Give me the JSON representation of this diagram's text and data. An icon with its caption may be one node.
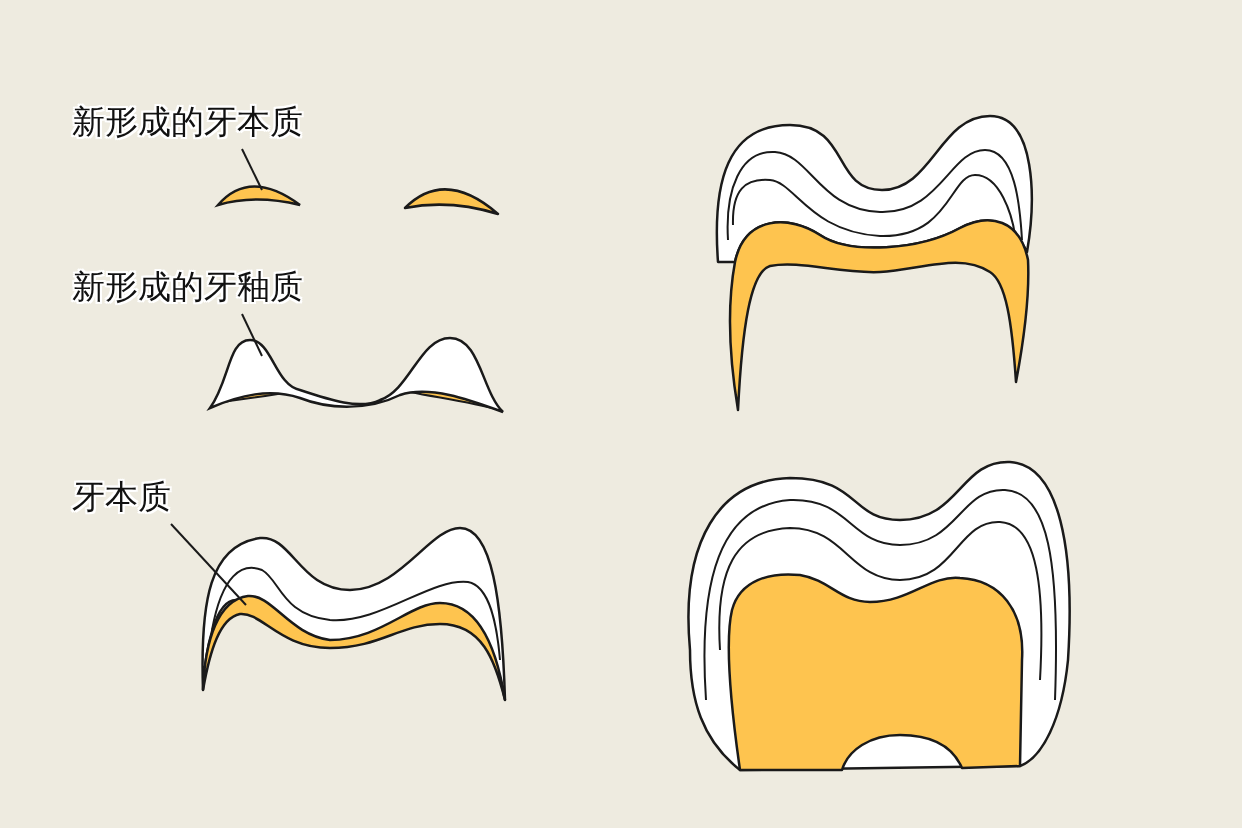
{
  "diagram": {
    "nodes": [
      {
        "text": [
          "新形成的牙本质"
        ]
      },
      {
        "text": [],
        "shape": "picture"
      },
      {
        "text": [
          "新形成的牙釉质"
        ]
      },
      {
        "text": [],
        "shape": "picture"
      },
      {
        "text": [
          "牙本质"
        ]
      },
      {
        "text": [],
        "shape": "picture"
      }
    ],
    "edges": [
      {
        "from": 0,
        "to": 1,
        "arrow": "none"
      },
      {
        "from": 2,
        "to": 3,
        "arrow": "none"
      },
      {
        "from": 4,
        "to": 5,
        "arrow": "none"
      }
    ]
  }
}
